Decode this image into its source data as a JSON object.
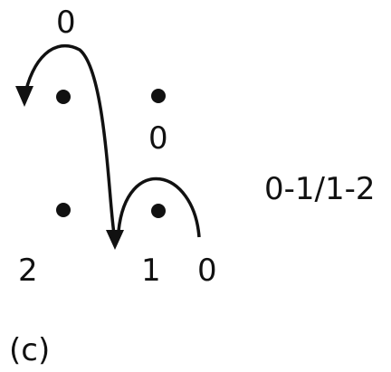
{
  "diagram": {
    "top_arrow_label": "0",
    "inner_arrow_label": "0",
    "position_labels": [
      "2",
      "1",
      "0"
    ],
    "notation": "0-1/1-2",
    "panel_label": "(c)"
  },
  "colors": {
    "ink": "#111111",
    "background": "#ffffff"
  }
}
